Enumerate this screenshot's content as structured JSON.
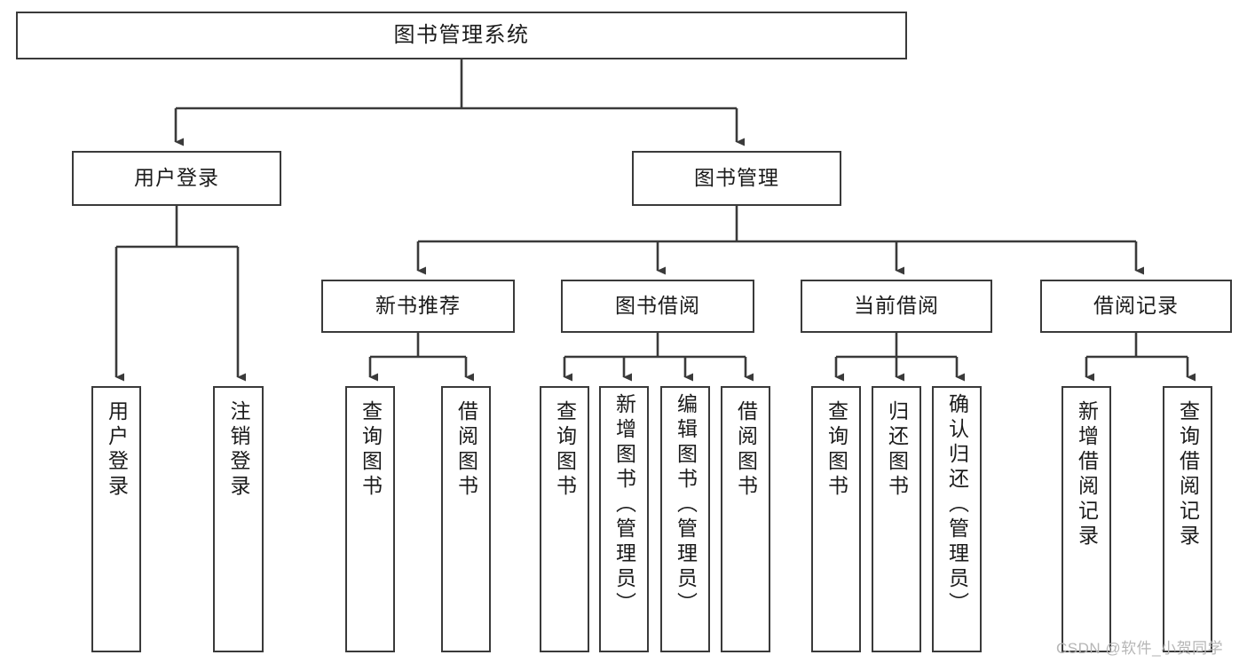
{
  "diagram": {
    "title": "图书管理系统",
    "type": "hierarchy-tree",
    "root": {
      "label": "图书管理系统"
    },
    "level2": [
      {
        "label": "用户登录"
      },
      {
        "label": "图书管理"
      }
    ],
    "level3": [
      {
        "label": "新书推荐"
      },
      {
        "label": "图书借阅"
      },
      {
        "label": "当前借阅"
      },
      {
        "label": "借阅记录"
      }
    ],
    "leaves": {
      "user_login": [
        {
          "label": "用户登录"
        },
        {
          "label": "注销登录"
        }
      ],
      "new_book_recommend": [
        {
          "label": "查询图书"
        },
        {
          "label": "借阅图书"
        }
      ],
      "book_borrow": [
        {
          "label": "查询图书"
        },
        {
          "label": "新增图书（管理员）"
        },
        {
          "label": "编辑图书（管理员）"
        },
        {
          "label": "借阅图书"
        }
      ],
      "current_borrow": [
        {
          "label": "查询图书"
        },
        {
          "label": "归还图书"
        },
        {
          "label": "确认归还（管理员）"
        }
      ],
      "borrow_record": [
        {
          "label": "新增借阅记录"
        },
        {
          "label": "查询借阅记录"
        }
      ]
    }
  },
  "watermark": {
    "text": "CSDN @软件_小贺同学"
  },
  "colors": {
    "border": "#3a3a3a",
    "background": "#ffffff",
    "text": "#1b1b1b",
    "watermark": "#b6b6b6"
  }
}
